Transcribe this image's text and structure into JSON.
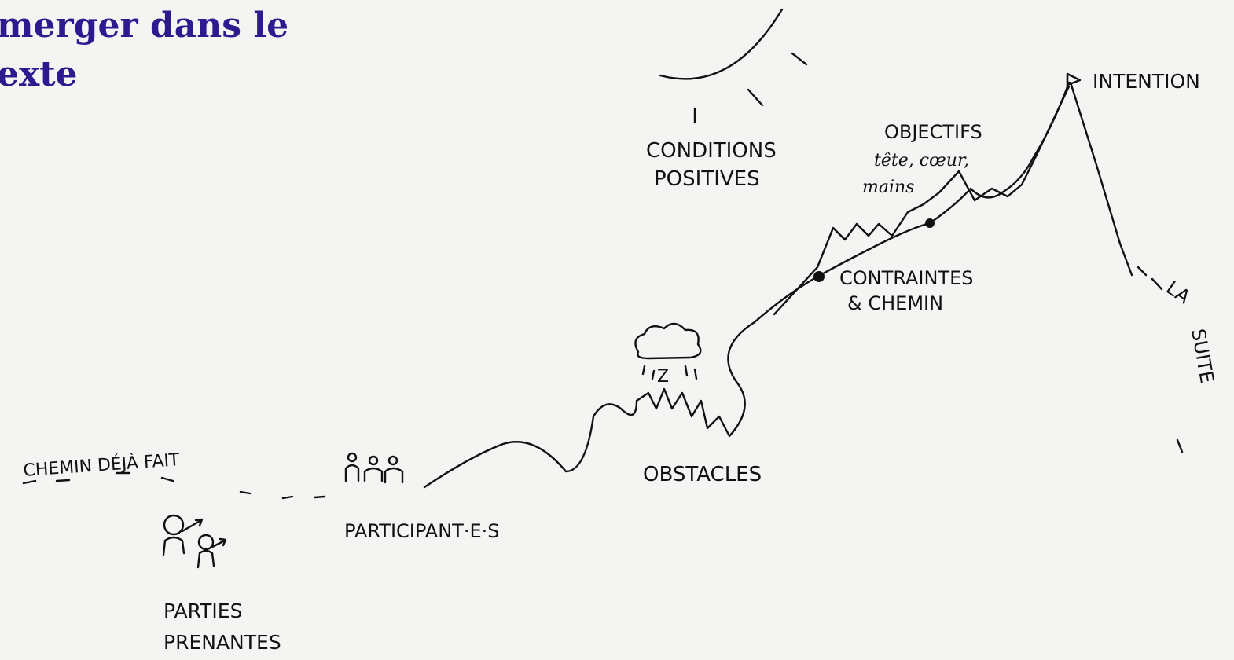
{
  "title": {
    "line1": "merger dans le",
    "line2": "exte",
    "color": "#2e1a8e"
  },
  "labels": {
    "conditions_line1": "CONDITIONS",
    "conditions_line2": "POSITIVES",
    "objectifs_line1": "OBJECTIFS",
    "objectifs_line2": "tête, cœur,",
    "objectifs_line3": "mains",
    "intention": "INTENTION",
    "contraintes_line1": "CONTRAINTES",
    "contraintes_line2": "& CHEMIN",
    "obstacles": "OBSTACLES",
    "storm_letter": "Z",
    "chemin": "CHEMIN DÉJÀ FAIT",
    "participants": "PARTICIPANT·E·S",
    "parties_line1": "PARTIES",
    "parties_line2": "PRENANTES",
    "la": "LA",
    "suite": "SUITE"
  },
  "colors": {
    "ink": "#111111",
    "paper": "#f4f4f2"
  },
  "icons": [
    "sun-icon",
    "cloud-icon",
    "flag-icon",
    "participants-icon",
    "stakeholders-icon"
  ]
}
